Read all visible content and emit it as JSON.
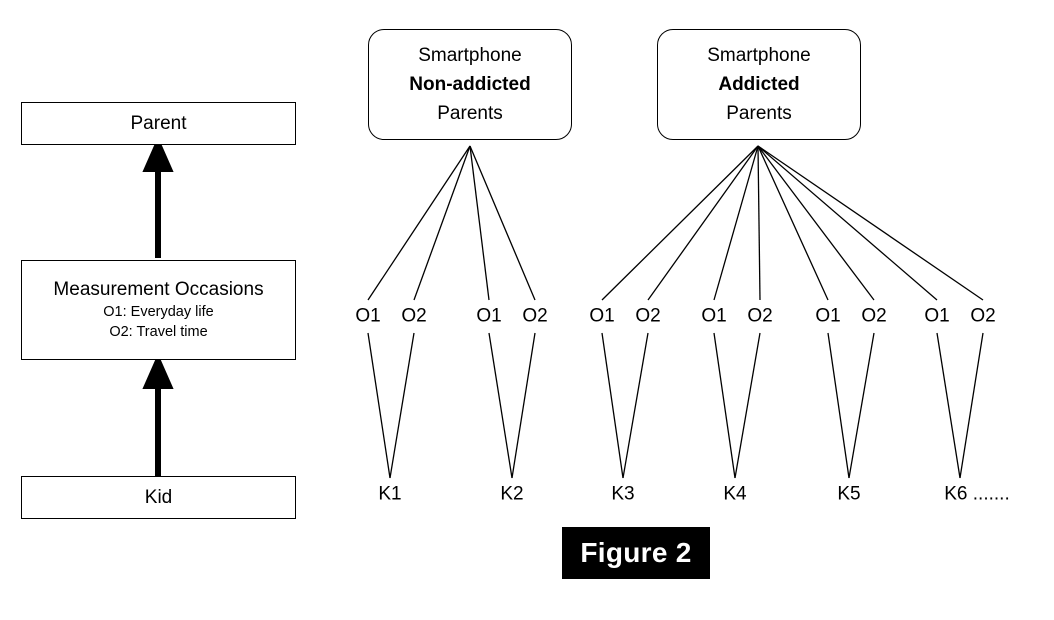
{
  "figure": {
    "caption": "Figure 2",
    "caption_bg": "#000000",
    "caption_fg": "#ffffff"
  },
  "legend_column": {
    "boxes": [
      {
        "id": "parent",
        "label": "Parent"
      },
      {
        "id": "measurement-occasions",
        "label": "Measurement Occasions",
        "sub_lines": [
          "O1: Everyday life",
          "O2: Travel time"
        ]
      },
      {
        "id": "kid",
        "label": "Kid"
      }
    ],
    "arrows": [
      {
        "from": "measurement-occasions",
        "to": "parent",
        "style": "solid-thick-up"
      },
      {
        "from": "kid",
        "to": "measurement-occasions",
        "style": "solid-thick-up"
      }
    ]
  },
  "tree": {
    "groups": [
      {
        "id": "non-addicted",
        "line1": "Smartphone",
        "line2": "Non-addicted",
        "line3": "Parents",
        "emphasis": "line2",
        "kids": [
          "K1",
          "K2"
        ],
        "occasion_count": 4
      },
      {
        "id": "addicted",
        "line1": "Smartphone",
        "line2": "Addicted",
        "line3": "Parents",
        "emphasis": "line2",
        "kids": [
          "K3",
          "K4",
          "K5",
          "K6 ......."
        ],
        "occasion_count": 8
      }
    ],
    "occasion_labels": [
      "O1",
      "O2",
      "O1",
      "O2",
      "O1",
      "O2",
      "O1",
      "O2",
      "O1",
      "O2",
      "O1",
      "O2"
    ],
    "kid_labels": [
      "K1",
      "K2",
      "K3",
      "K4",
      "K5",
      "K6 ......."
    ]
  },
  "colors": {
    "stroke": "#000000",
    "fill": "#ffffff",
    "caption_bg": "#000000"
  }
}
